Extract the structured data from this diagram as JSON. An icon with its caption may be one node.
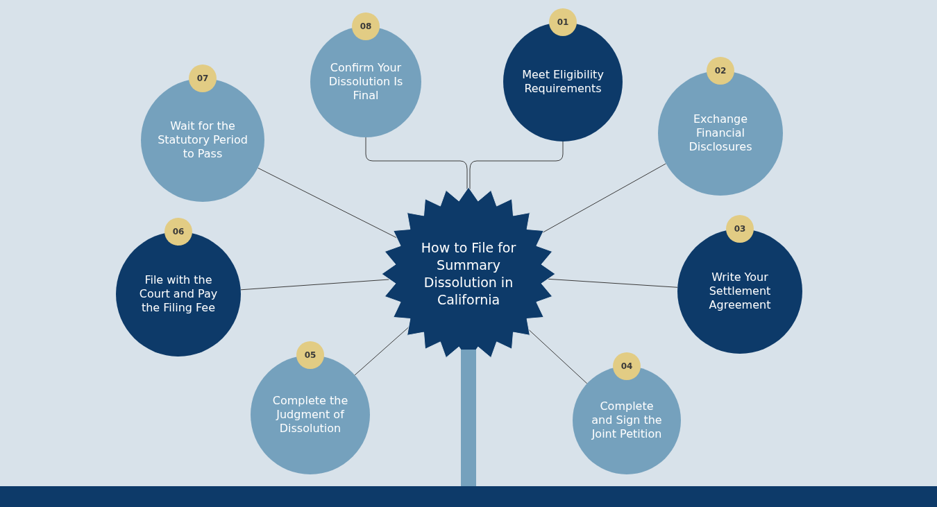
{
  "diagram": {
    "nodes": [
      {
        "text": [
          "How to File for Summary Dissolution in California"
        ]
      },
      {
        "text": [
          "01",
          "Meet Eligibility Requirements"
        ]
      },
      {
        "text": [
          "02",
          "Exchange Financial Disclosures"
        ]
      },
      {
        "text": [
          "03",
          "Write Your Settlement Agreement"
        ]
      },
      {
        "text": [
          "04",
          "Complete and Sign the Joint Petition"
        ]
      },
      {
        "text": [
          "05",
          "Complete the Judgment of Dissolution"
        ]
      },
      {
        "text": [
          "06",
          "File with the Court and Pay the Filing Fee"
        ]
      },
      {
        "text": [
          "07",
          "Wait for the Statutory Period to Pass"
        ]
      },
      {
        "text": [
          "08",
          "Confirm Your Dissolution Is Final"
        ]
      },
      {
        "text": [],
        "shape": "bar"
      }
    ],
    "edges": [
      {
        "from": 0,
        "to": 1,
        "arrow": "none"
      },
      {
        "from": 0,
        "to": 2,
        "arrow": "none"
      },
      {
        "from": 0,
        "to": 3,
        "arrow": "none"
      },
      {
        "from": 0,
        "to": 4,
        "arrow": "none"
      },
      {
        "from": 0,
        "to": 5,
        "arrow": "none"
      },
      {
        "from": 0,
        "to": 6,
        "arrow": "none"
      },
      {
        "from": 0,
        "to": 7,
        "arrow": "none"
      },
      {
        "from": 0,
        "to": 8,
        "arrow": "none"
      }
    ]
  }
}
